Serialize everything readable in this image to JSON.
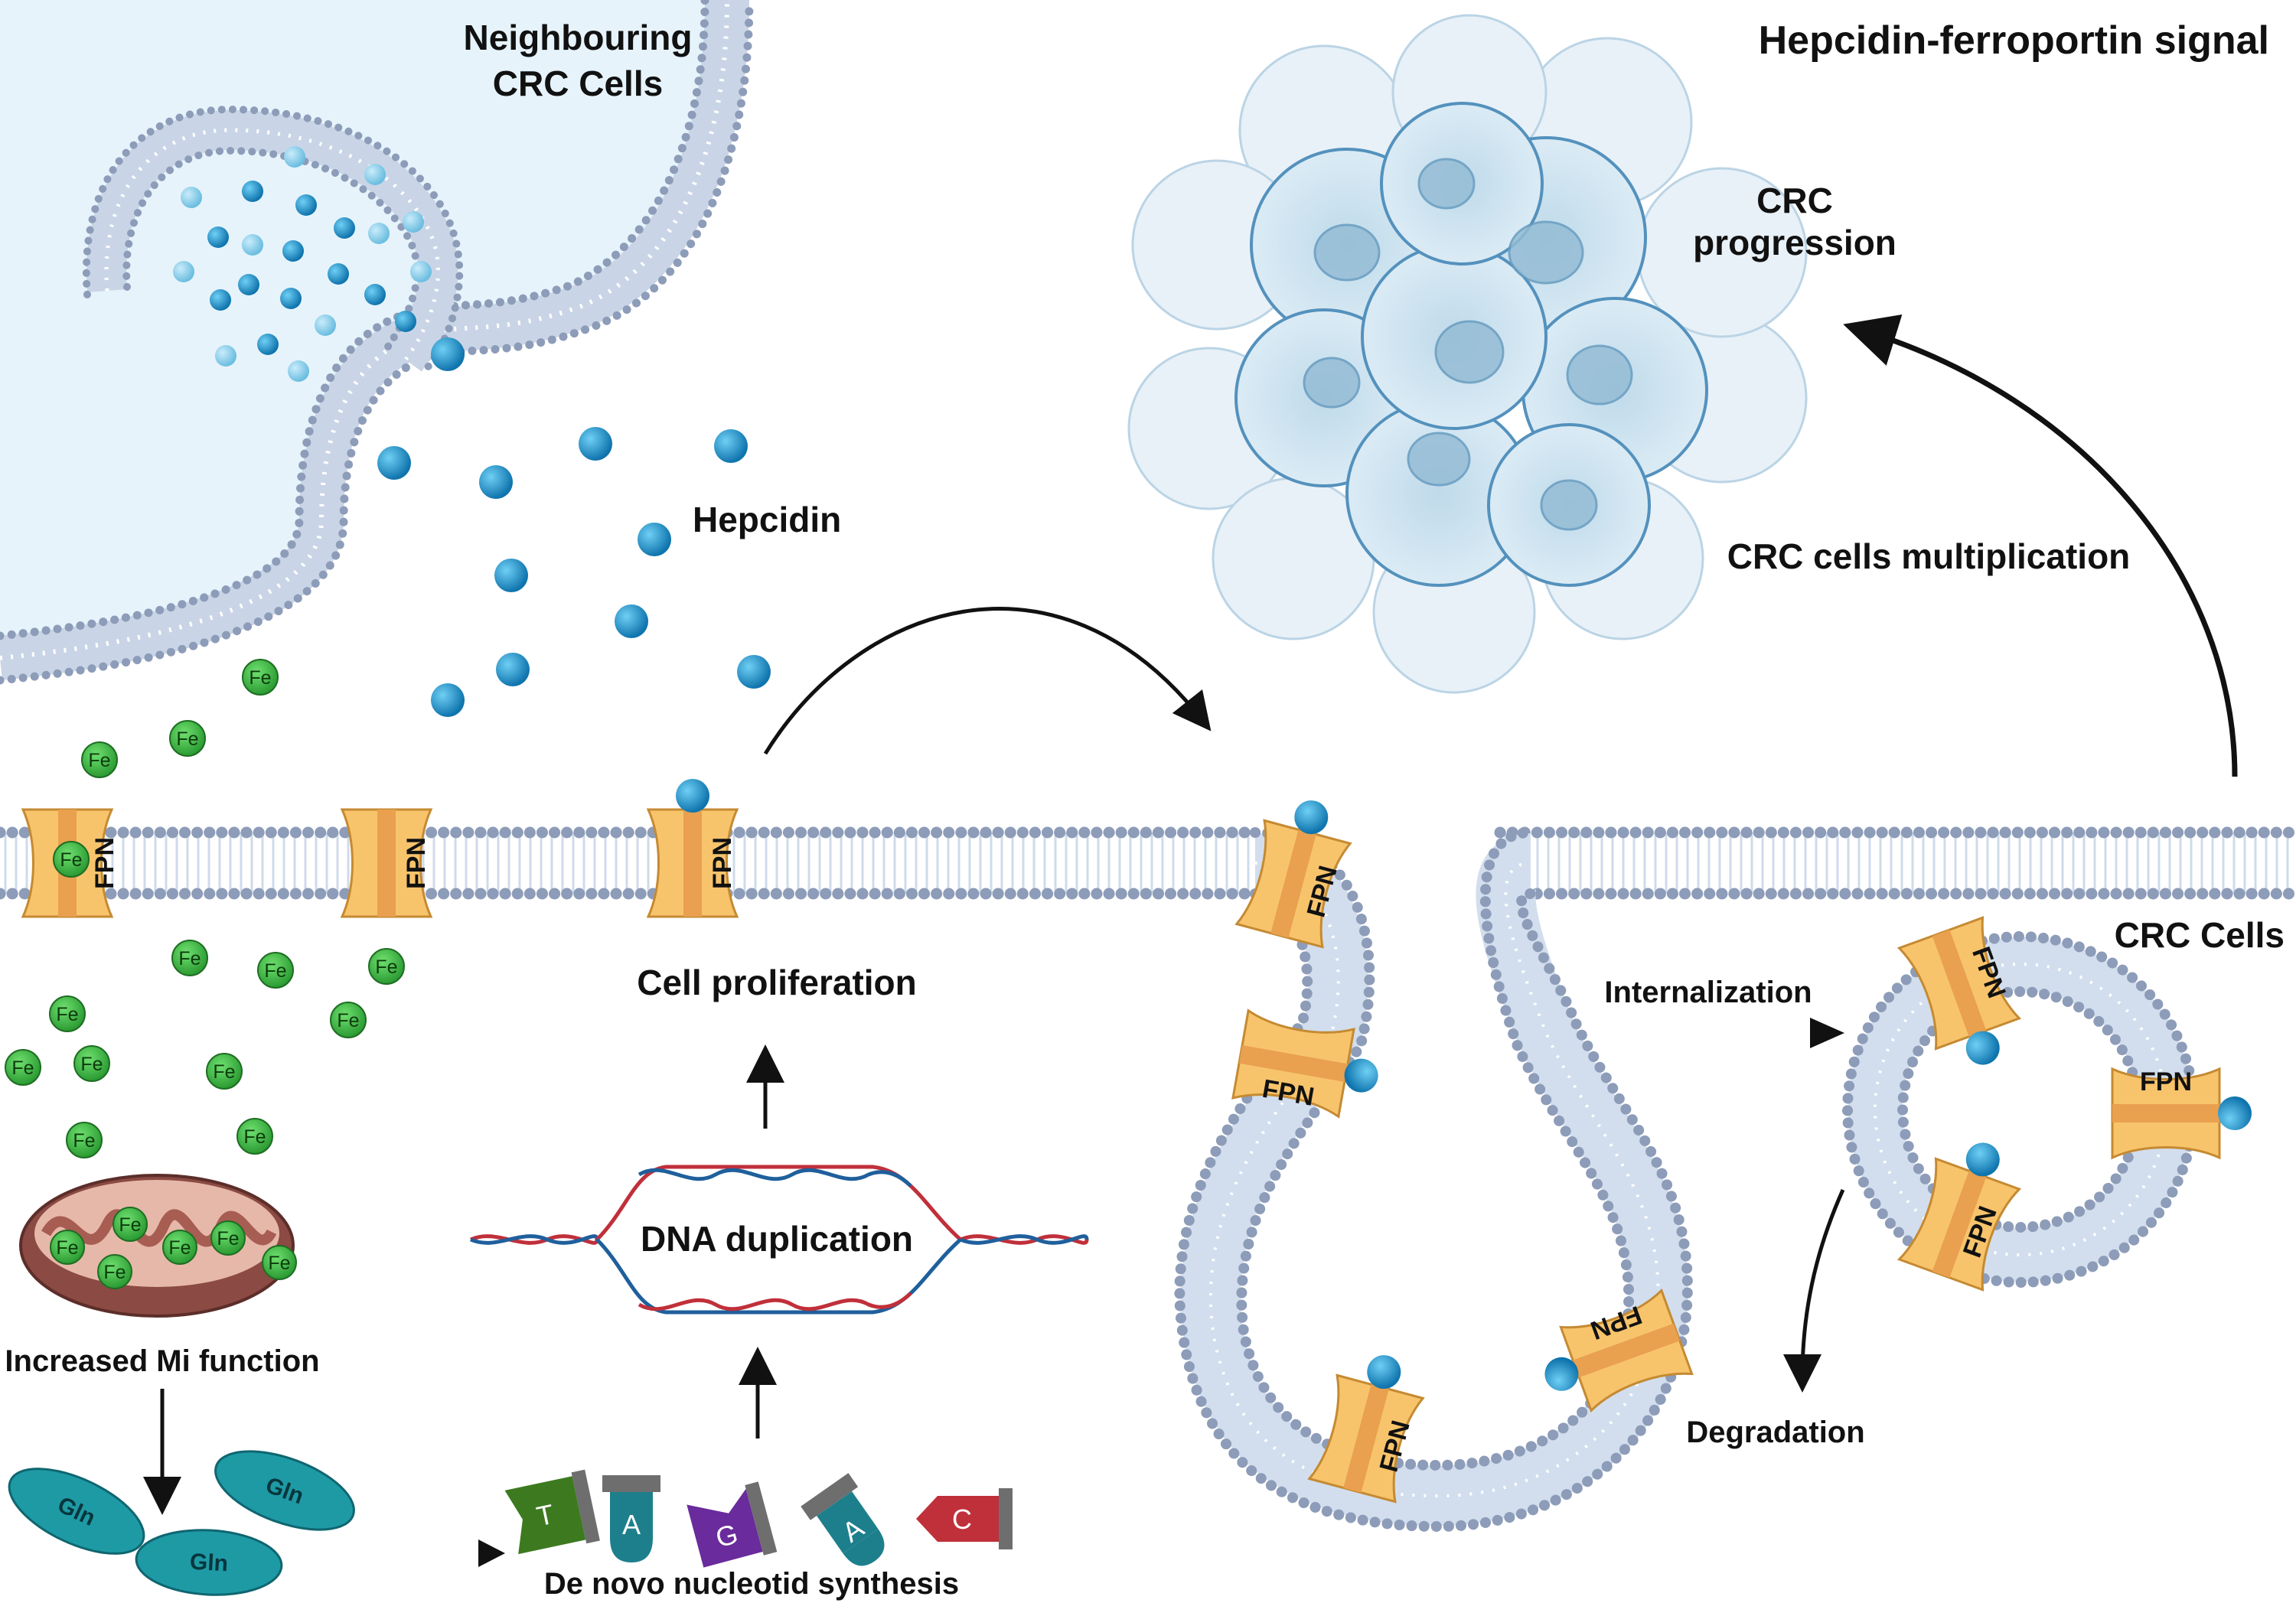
{
  "title": "Hepcidin-ferroportin signal",
  "labels": {
    "neighbouring_line1": "Neighbouring",
    "neighbouring_line2": "CRC Cells",
    "hepcidin": "Hepcidin",
    "crc_progression_line1": "CRC",
    "crc_progression_line2": "progression",
    "crc_multiplication": "CRC cells multiplication",
    "cell_proliferation": "Cell proliferation",
    "crc_cells": "CRC Cells",
    "internalization": "Internalization",
    "dna_duplication": "DNA duplication",
    "increased_mi": "Increased Mi function",
    "degradation": "Degradation",
    "de_novo": "De novo nucleotid synthesis"
  },
  "molecules": {
    "iron": "Fe",
    "ferroportin": "FPN",
    "glutamine": "Gln"
  },
  "nucleotides": [
    {
      "letter": "T",
      "color": "#3d7a1f"
    },
    {
      "letter": "A",
      "color": "#1e7f8c"
    },
    {
      "letter": "G",
      "color": "#6a2b9c"
    },
    {
      "letter": "A",
      "color": "#1e7f8c"
    },
    {
      "letter": "C",
      "color": "#c0303a"
    }
  ],
  "colors": {
    "hepcidin": "#1a8fc7",
    "iron": "#3cb043",
    "fpn_body": "#f7c46c",
    "fpn_band": "#e9a04f",
    "membrane_head": "#8d9cb8",
    "membrane_tail": "#c9d5e6",
    "neighbour_fill": "#e6f3fb",
    "gln": "#1e9aa5",
    "mito": "#8b4a43"
  }
}
